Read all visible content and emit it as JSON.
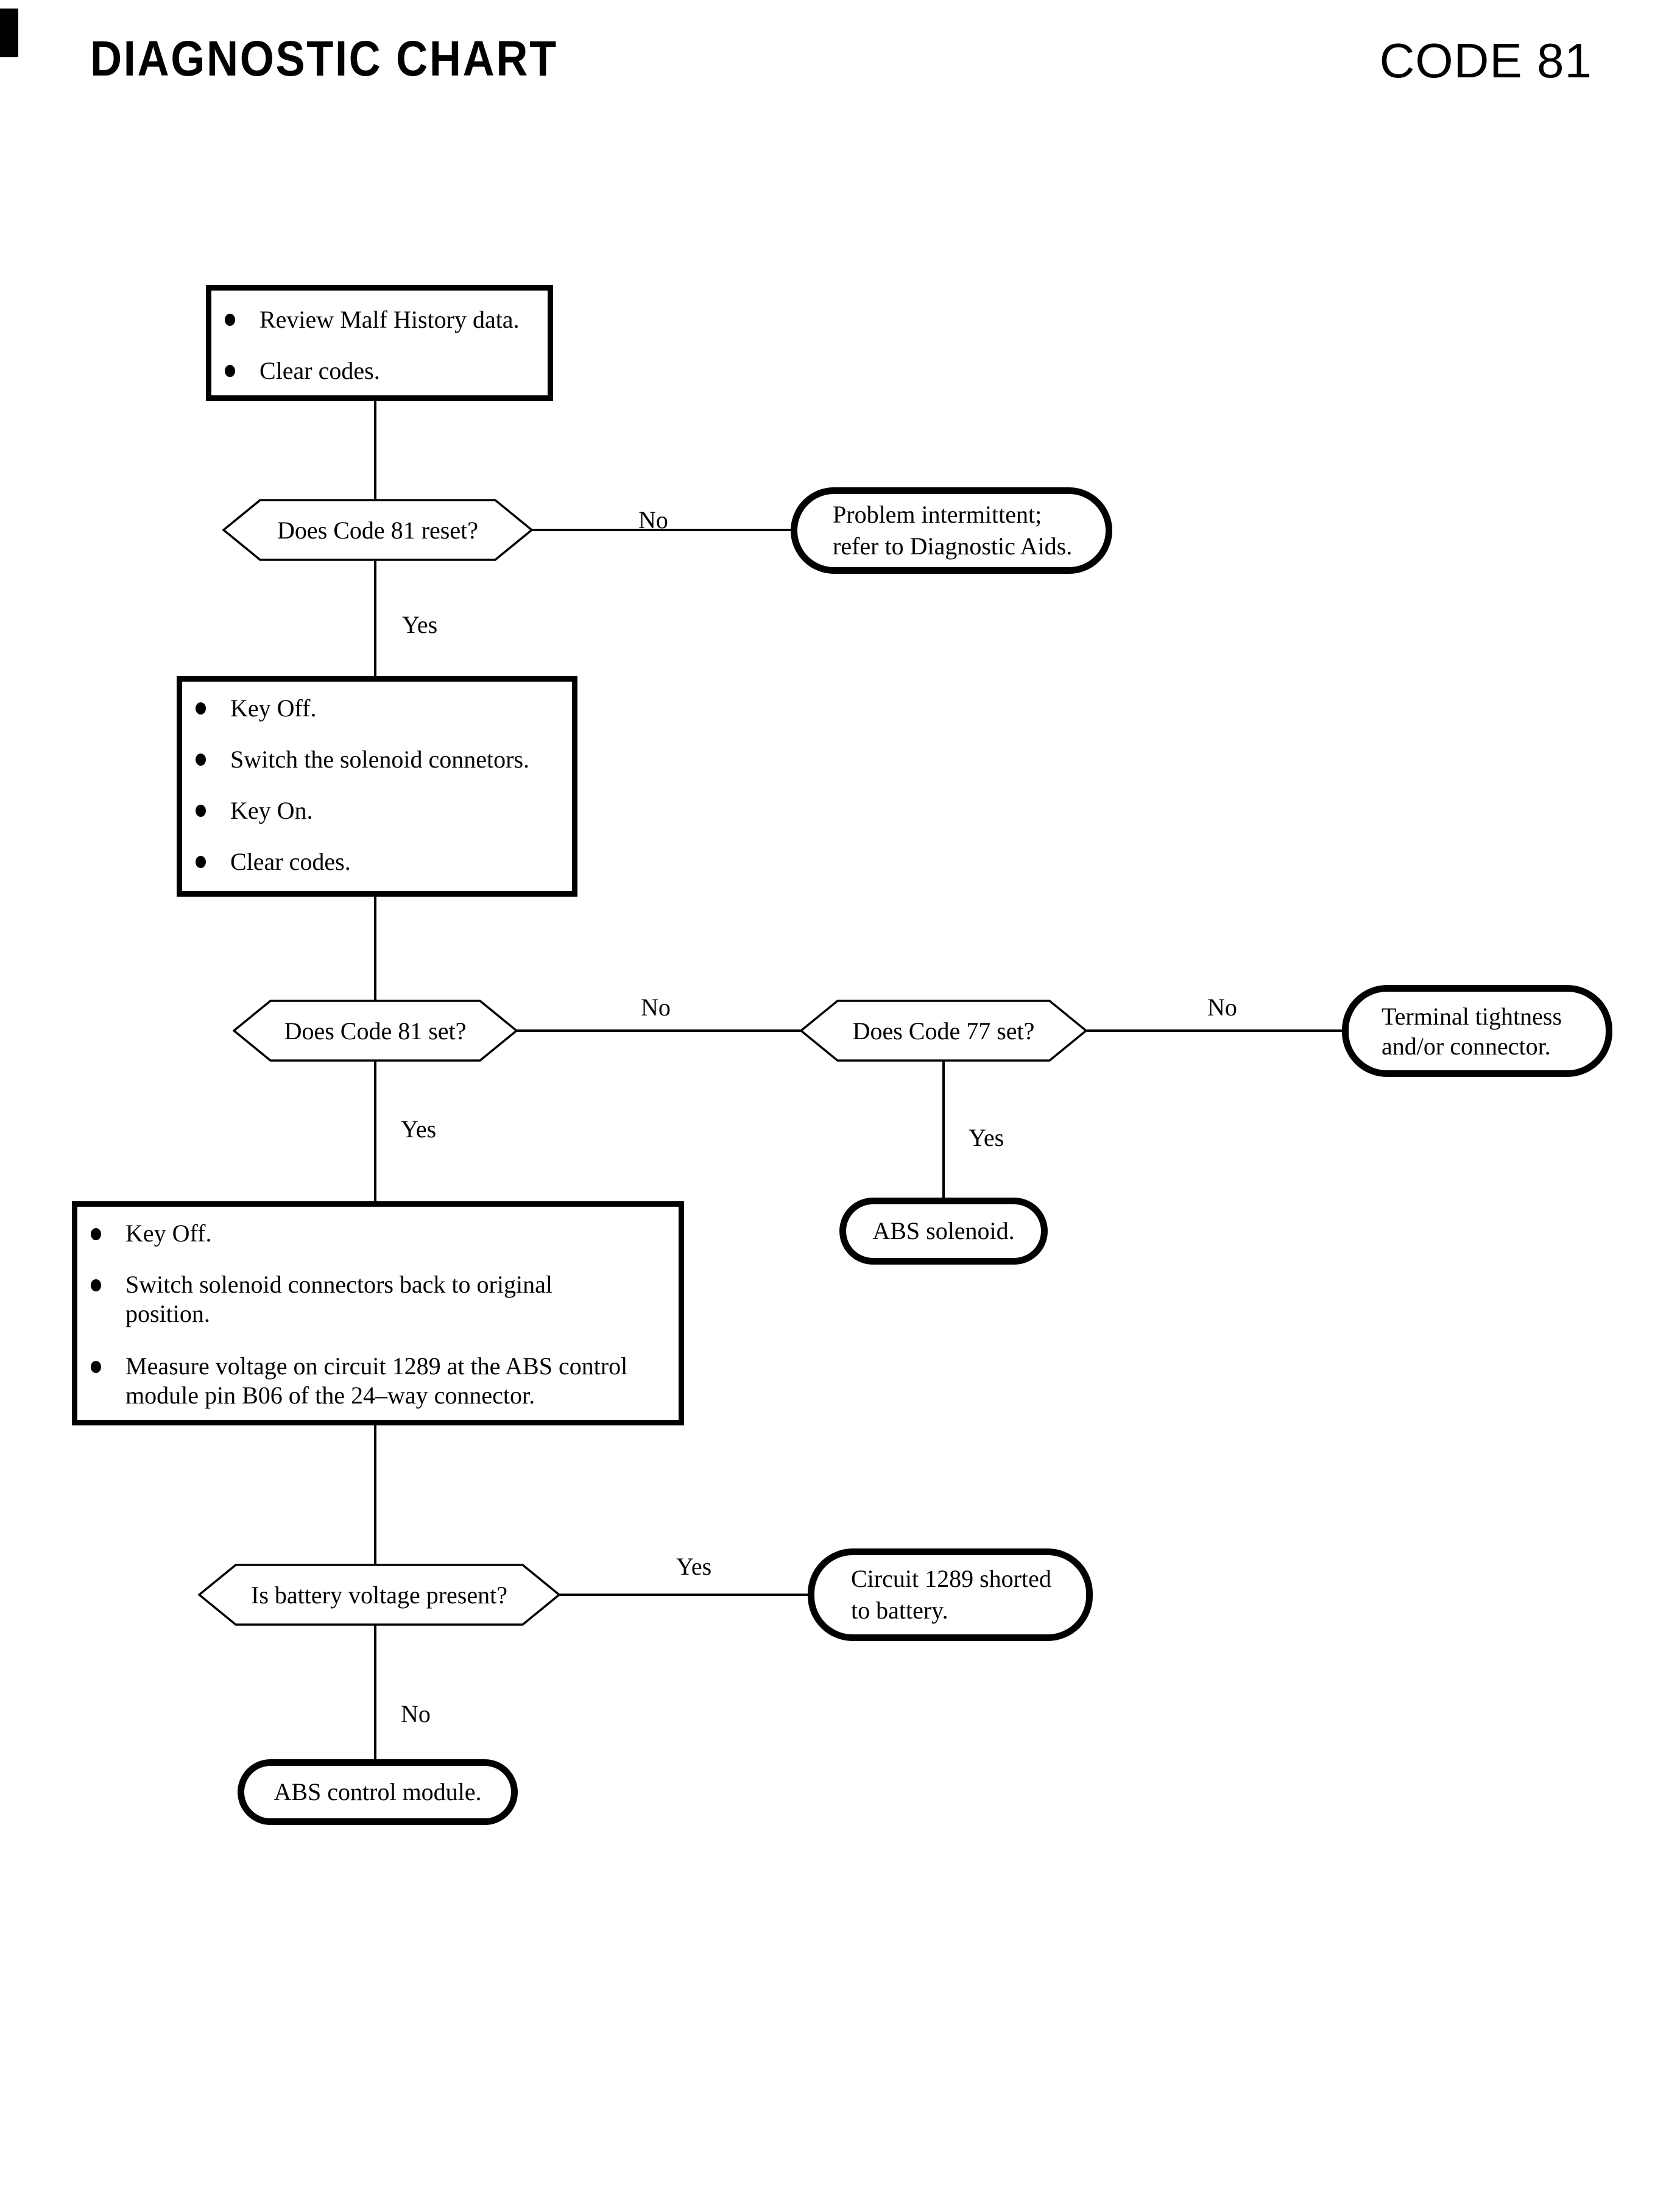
{
  "header": {
    "left_title": "DIAGNOSTIC CHART",
    "right_title": "CODE 81"
  },
  "colors": {
    "ink": "#000000",
    "paper": "#ffffff"
  },
  "steps": {
    "review": {
      "items": [
        "Review Malf History data.",
        "Clear codes."
      ]
    },
    "reset_decision": {
      "question": "Does Code 81 reset?",
      "no": "No",
      "yes": "Yes"
    },
    "intermittent": {
      "text": "Problem intermittent;\nrefer to Diagnostic Aids."
    },
    "switch_connectors": {
      "items": [
        "Key Off.",
        "Switch the solenoid connetors.",
        "Key On.",
        "Clear codes."
      ]
    },
    "set81_decision": {
      "question": "Does Code 81 set?",
      "no": "No",
      "yes": "Yes"
    },
    "set77_decision": {
      "question": "Does Code 77 set?",
      "no": "No",
      "yes": "Yes"
    },
    "terminal_tightness": {
      "text": "Terminal tightness\nand/or connector."
    },
    "abs_solenoid": {
      "text": "ABS solenoid."
    },
    "measure": {
      "items": [
        "Key Off.",
        "Switch solenoid connectors back to original\nposition.",
        "Measure voltage on circuit 1289 at the ABS control\nmodule pin B06 of the 24–way connector."
      ]
    },
    "battery_decision": {
      "question": "Is battery voltage present?",
      "yes": "Yes",
      "no": "No"
    },
    "shorted": {
      "text": "Circuit 1289 shorted\nto battery."
    },
    "abs_module": {
      "text": "ABS control module."
    }
  }
}
